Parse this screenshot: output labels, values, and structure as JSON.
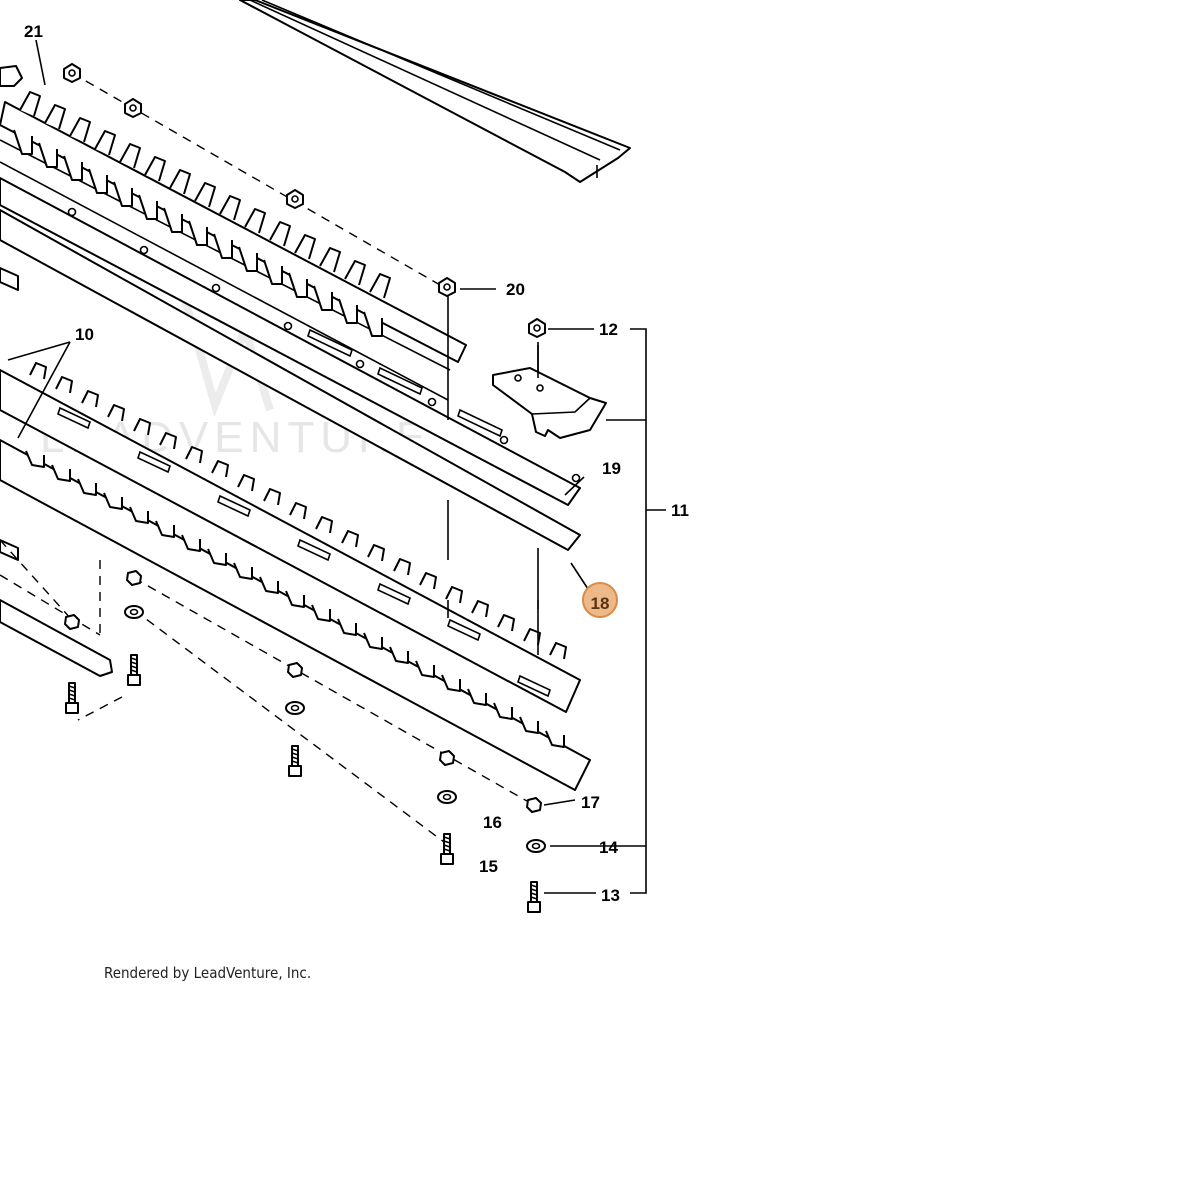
{
  "diagram": {
    "callouts": [
      {
        "id": "21",
        "label": "21"
      },
      {
        "id": "20",
        "label": "20"
      },
      {
        "id": "12",
        "label": "12"
      },
      {
        "id": "10",
        "label": "10"
      },
      {
        "id": "19",
        "label": "19"
      },
      {
        "id": "11",
        "label": "11"
      },
      {
        "id": "18",
        "label": "18"
      },
      {
        "id": "17",
        "label": "17"
      },
      {
        "id": "16",
        "label": "16"
      },
      {
        "id": "14",
        "label": "14"
      },
      {
        "id": "15",
        "label": "15"
      },
      {
        "id": "13",
        "label": "13"
      }
    ],
    "highlighted_callout": "18",
    "highlight_color": "#eeb98a",
    "credit": "Rendered by LeadVenture, Inc.",
    "watermark": "LEADVENTURE"
  }
}
